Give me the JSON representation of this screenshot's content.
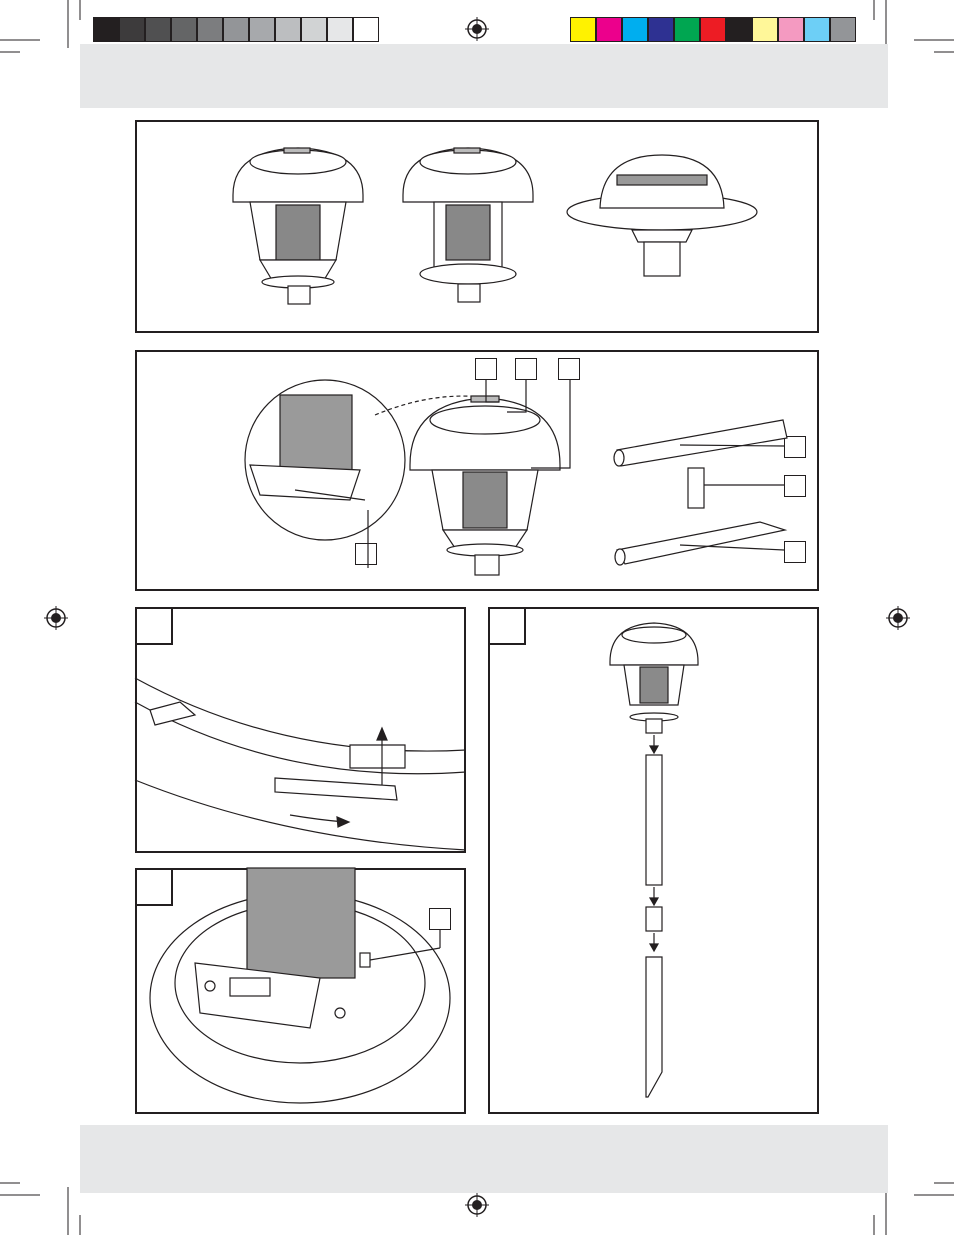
{
  "color_bar_left": [
    "#231f20",
    "#3d3b3c",
    "#505051",
    "#646566",
    "#7c7d7f",
    "#939598",
    "#a7a9ac",
    "#bcbec0",
    "#d1d3d4",
    "#e6e7e8",
    "#ffffff"
  ],
  "color_bar_right": [
    "#fff200",
    "#ec008c",
    "#00aeef",
    "#2e3192",
    "#00a651",
    "#ed1c24",
    "#231f20",
    "#fff799",
    "#f49ac1",
    "#6dcff6",
    "#939598"
  ],
  "panels": [
    {
      "id": "overview",
      "products": [
        "lantern-lamp",
        "ring-lamp",
        "dome-lamp"
      ]
    },
    {
      "id": "parts"
    },
    {
      "id": "step-rotate"
    },
    {
      "id": "step-battery"
    },
    {
      "id": "step-assembly"
    }
  ]
}
